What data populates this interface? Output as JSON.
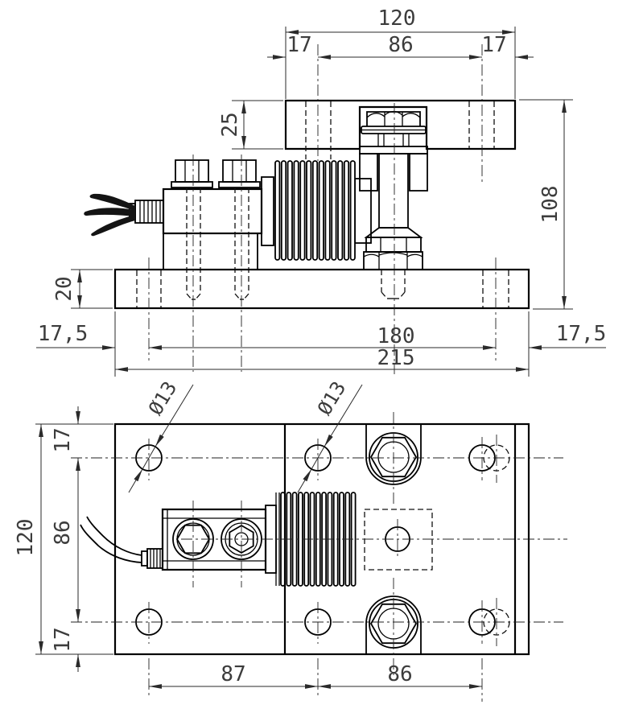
{
  "drawing": {
    "colors": {
      "line": "#000000",
      "dimension": "#3c3c3c",
      "background": "#ffffff"
    },
    "dimensions": {
      "side": {
        "top_plate_width": "120",
        "top_left_offset": "17",
        "top_hole_spacing": "86",
        "top_right_offset": "17",
        "top_plate_thickness": "25",
        "overall_height": "108",
        "base_plate_thickness": "20",
        "base_left_offset": "17,5",
        "base_hole_spacing": "180",
        "base_plate_width": "215",
        "base_right_offset": "17,5"
      },
      "plan": {
        "plate_depth": "120",
        "row_top_offset": "17",
        "row_spacing": "86",
        "row_bottom_offset": "17",
        "hole_diameter_left": "Ø13",
        "hole_diameter_mid": "Ø13",
        "col_spacing_left": "87",
        "col_spacing_right": "86"
      }
    }
  }
}
